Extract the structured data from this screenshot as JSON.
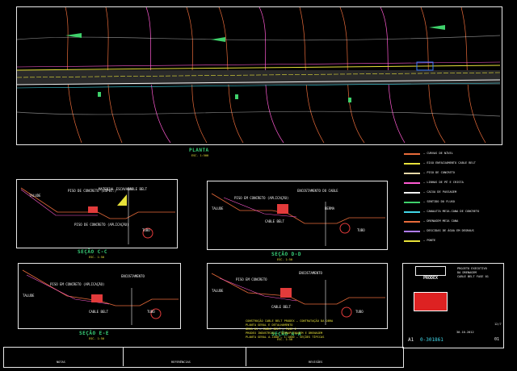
{
  "plan": {
    "title": "PLANTA",
    "scale": "ESC. 1:500"
  },
  "sections": [
    {
      "id": "cc",
      "title": "SEÇÃO C-C",
      "scale": "ESC. 1:50",
      "labels": [
        "TALUDE",
        "MATERIAL ESCAVADO",
        "PISO DE CONCRETO (ESPEC.)",
        "CABLE BELT",
        "PISO DE CONCRETO (APLICAÇÃO)",
        "TUBO"
      ]
    },
    {
      "id": "dd",
      "title": "SEÇÃO D-D",
      "scale": "ESC. 1:50",
      "labels": [
        "PISO EM CONCRETO (APLICAÇÃO)",
        "ENCOSTAMENTO DO CABLE",
        "TALUDE",
        "CABLE BELT",
        "BERMA",
        "TUBO"
      ]
    },
    {
      "id": "ee",
      "title": "SEÇÃO E-E",
      "scale": "ESC. 1:50",
      "labels": [
        "PISO EM CONCRETO (APLICAÇÃO)",
        "ENCOSTAMENTO",
        "TALUDE",
        "CABLE BELT",
        "TUBO"
      ]
    },
    {
      "id": "aa",
      "title": "SEÇÃO A-A",
      "scale": "ESC. 1:50",
      "labels": [
        "PISO EM CONCRETO",
        "ENCOSTAMENTO",
        "TALUDE",
        "CABLE BELT",
        "TUBO"
      ]
    }
  ],
  "legend": [
    {
      "label": "CURVAS DE NÍVEL",
      "color": "#e86b3a"
    },
    {
      "label": "EIXO ENFAIXAMENTO CABLE BELT",
      "color": "#e8e23a"
    },
    {
      "label": "PISO DE CONCRETO",
      "color": "#e6d8a8"
    },
    {
      "label": "LINHAS DE PÉ E CRISTA",
      "color": "#ff5ad2"
    },
    {
      "label": "CAIXA DE PASSAGEM",
      "color": "#f2f2f2"
    },
    {
      "label": "SENTIDO DO FLUXO",
      "color": "#3fd16b"
    },
    {
      "label": "CANALETA MEIA-CANA DE CONCRETO",
      "color": "#41d7e8"
    },
    {
      "label": "DRENAGEM MEIA CANA",
      "color": "#e86b3a"
    },
    {
      "label": "DESCIDAS DE ÁGUA EM DEGRAUS",
      "color": "#b07cff"
    },
    {
      "label": "PONTE",
      "color": "#e8e23a"
    }
  ],
  "titleblock": {
    "company": "PRODEX",
    "project_line1": "PROJETO EXECUTIVO",
    "project_line2": "DA DRENAGEM",
    "project_line3": "CABLE BELT FASE 01",
    "notes": [
      "CONSTRUÇÃO CABLE BELT PRODEX — CONTRATAÇÃO DA OBRA",
      "PLANTA GERAL E DETALHAMENTO",
      "ÁREA 01 — CABLE BELT — FASE 2",
      "PRODEX INDUSTRIAL — TERRAPLENAGEM E DRENAGEM",
      "PLANTA GERAL A-1000 — 1:1000 — SEÇÕES TÍPICAS"
    ],
    "sheet": "A1",
    "code": "0-301861",
    "number": "01",
    "date": "30.10.2012",
    "total": "12/7"
  },
  "footer": {
    "col1": "NOTAS",
    "col2": "REFERÊNCIAS",
    "col3": "REVISÕES"
  }
}
